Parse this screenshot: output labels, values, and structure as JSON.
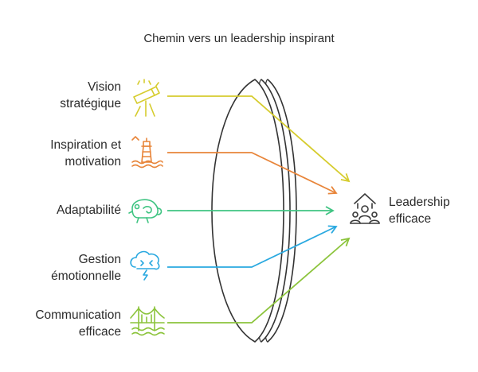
{
  "title": "Chemin vers un leadership inspirant",
  "inputs": [
    {
      "lines": [
        "Vision",
        "stratégique"
      ],
      "icon": "telescope-icon",
      "color": "#d6cc2e"
    },
    {
      "lines": [
        "Inspiration et",
        "motivation"
      ],
      "icon": "lighthouse-icon",
      "color": "#e8853a"
    },
    {
      "lines": [
        "Adaptabilité"
      ],
      "icon": "chameleon-icon",
      "color": "#3fc482"
    },
    {
      "lines": [
        "Gestion",
        "émotionnelle"
      ],
      "icon": "storm-cloud-icon",
      "color": "#2aa9e0"
    },
    {
      "lines": [
        "Communication",
        "efficace"
      ],
      "icon": "bridge-icon",
      "color": "#8cc43c"
    }
  ],
  "output": {
    "lines": [
      "Leadership",
      "efficace"
    ],
    "icon": "leadership-team-icon",
    "color": "#3a3a3a"
  },
  "lens_color": "#333333"
}
